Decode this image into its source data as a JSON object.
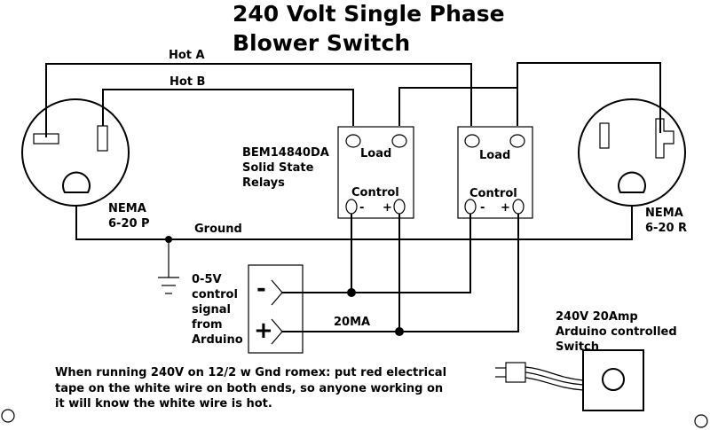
{
  "title": {
    "line1": "240 Volt Single Phase",
    "line2": "Blower Switch"
  },
  "wires": {
    "hot_a": "Hot A",
    "hot_b": "Hot B",
    "ground": "Ground",
    "current": "20MA"
  },
  "relays": {
    "model_lines": [
      "BEM14840DA",
      "Solid State",
      "Relays"
    ],
    "load_label": "Load",
    "control_label": "Control",
    "minus": "-",
    "plus": "+"
  },
  "plug": {
    "lines": [
      "NEMA",
      "6-20 P"
    ]
  },
  "receptacle": {
    "lines": [
      "NEMA",
      "6-20 R"
    ]
  },
  "signal": {
    "lines": [
      "0-5V",
      "control",
      "signal",
      "from",
      "Arduino"
    ],
    "minus": "-",
    "plus": "+"
  },
  "switch": {
    "lines": [
      "240V 20Amp",
      "Arduino controlled",
      "Switch"
    ]
  },
  "note": {
    "lines": [
      "When running 240V on 12/2 w Gnd romex: put red electrical",
      "tape on the white wire on both ends, so anyone working on",
      "it will know the white wire is hot."
    ]
  }
}
